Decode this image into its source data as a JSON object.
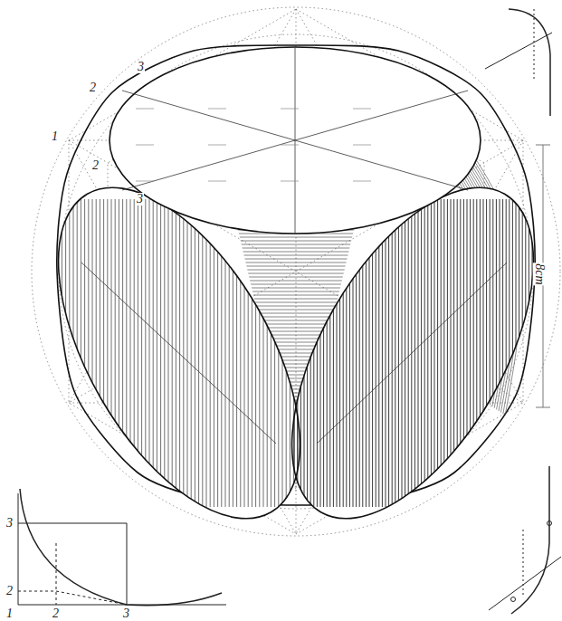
{
  "diagram": {
    "labels": [
      "3",
      "2",
      "1",
      "2",
      "3",
      "8cm",
      "3",
      "2",
      "1",
      "2",
      "3"
    ]
  }
}
